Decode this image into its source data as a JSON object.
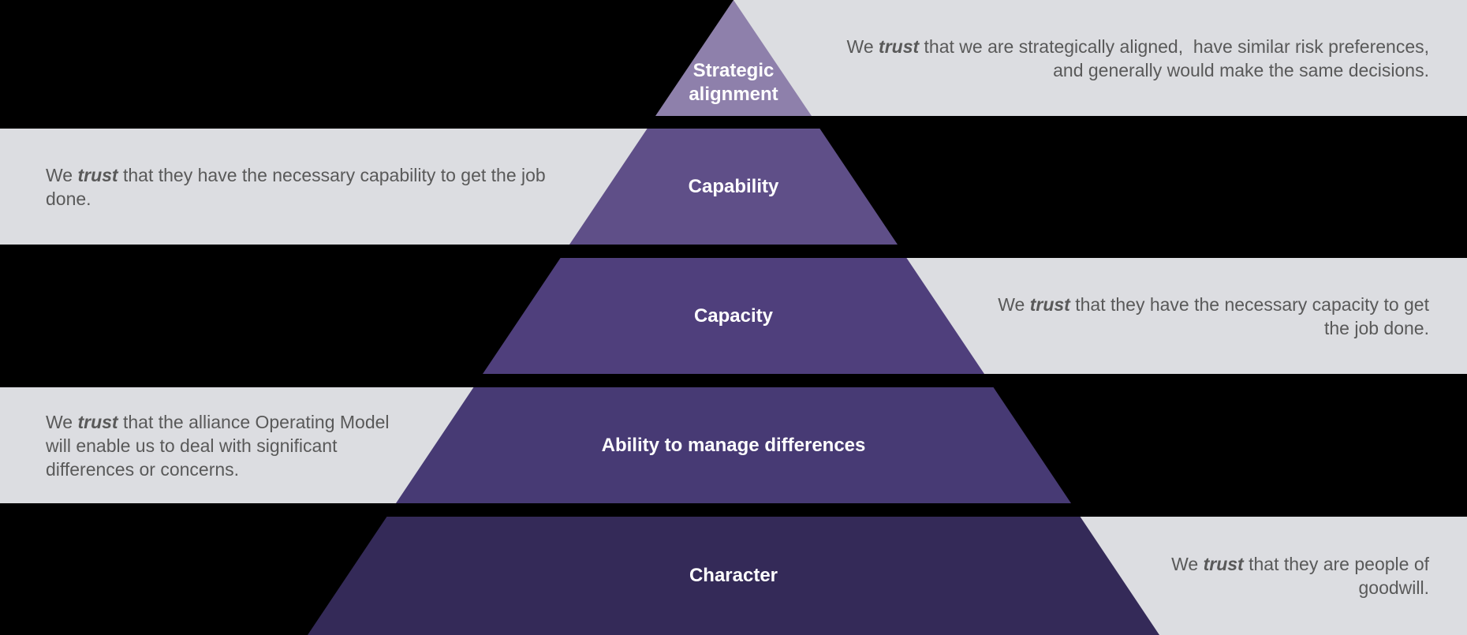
{
  "diagram": {
    "type": "pyramid",
    "levels": [
      {
        "label": "Strategic alignment",
        "color": "#8e80ab",
        "callout": {
          "side": "right",
          "pre": "We ",
          "emph": "trust",
          "line1": " that we are strategically aligned,  have similar risk preferences,",
          "line2": "and generally would make the same decisions."
        }
      },
      {
        "label": "Capability",
        "color": "#5f4f88",
        "callout": {
          "side": "left",
          "pre": "We ",
          "emph": "trust",
          "line1": " that they have the necessary capability to get the job",
          "line2": "done."
        }
      },
      {
        "label": "Capacity",
        "color": "#4f3f7c",
        "callout": {
          "side": "right",
          "pre": "We ",
          "emph": "trust",
          "line1": " that they have the necessary capacity to get",
          "line2": "the job done."
        }
      },
      {
        "label": "Ability to manage differences",
        "color": "#473a74",
        "callout": {
          "side": "left",
          "pre": "We ",
          "emph": "trust",
          "line1": " that the alliance Operating Model",
          "line2": "will enable us to deal with significant",
          "line3": "differences or concerns."
        }
      },
      {
        "label": "Character",
        "color": "#342a58",
        "callout": {
          "side": "right",
          "pre": "We ",
          "emph": "trust",
          "line1": " that they are people of",
          "line2": "goodwill."
        }
      }
    ],
    "colors": {
      "background": "#000000",
      "band": "#dcdde1",
      "body_text": "#595959",
      "label_text": "#ffffff"
    }
  }
}
